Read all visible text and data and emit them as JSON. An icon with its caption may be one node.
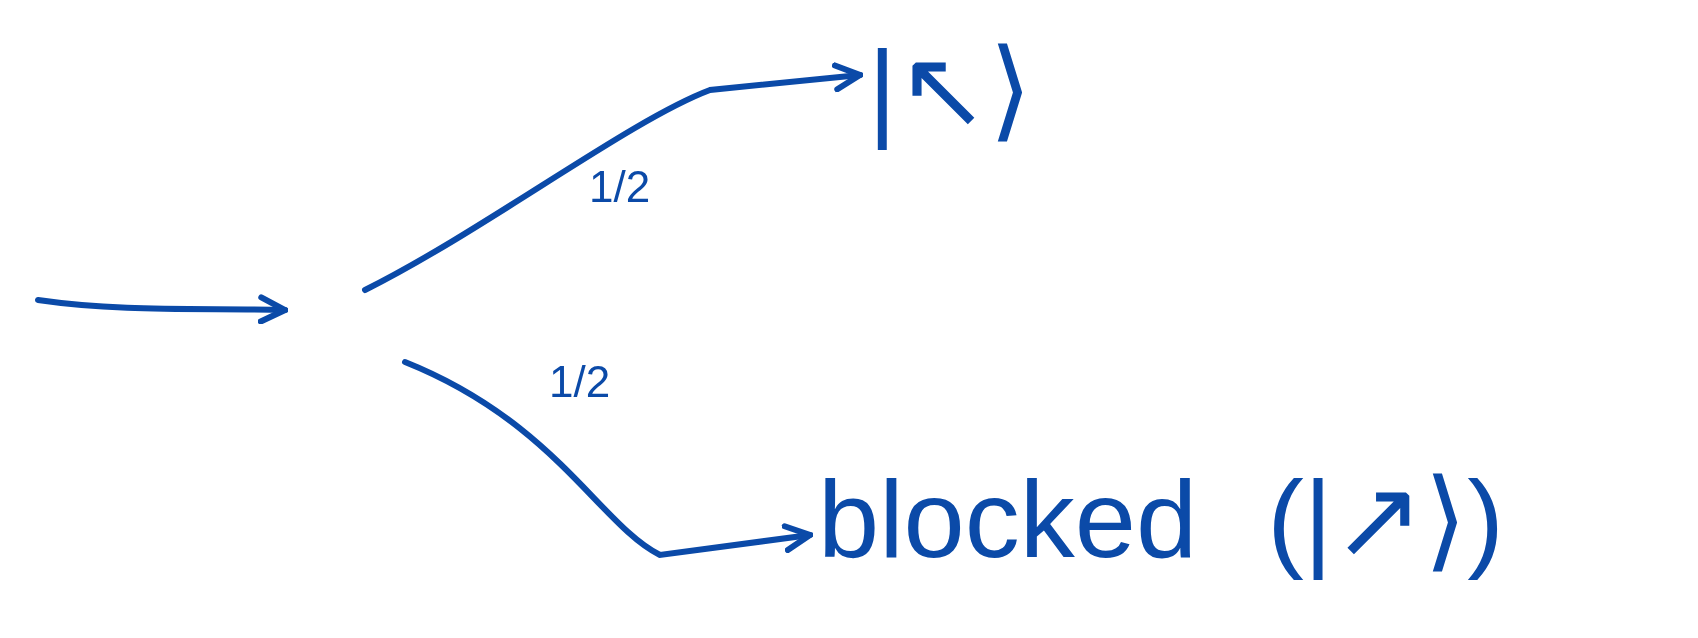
{
  "diagram": {
    "nodes": [
      {
        "text": [
          "|↖⟩"
        ]
      },
      {
        "text": [
          "blocked",
          "(|↗⟩)"
        ]
      }
    ],
    "edges": [
      {
        "from": null,
        "to": 0,
        "arrow": "to",
        "label": "1/2"
      },
      {
        "from": null,
        "to": 1,
        "arrow": "to",
        "label": "1/2"
      }
    ]
  }
}
